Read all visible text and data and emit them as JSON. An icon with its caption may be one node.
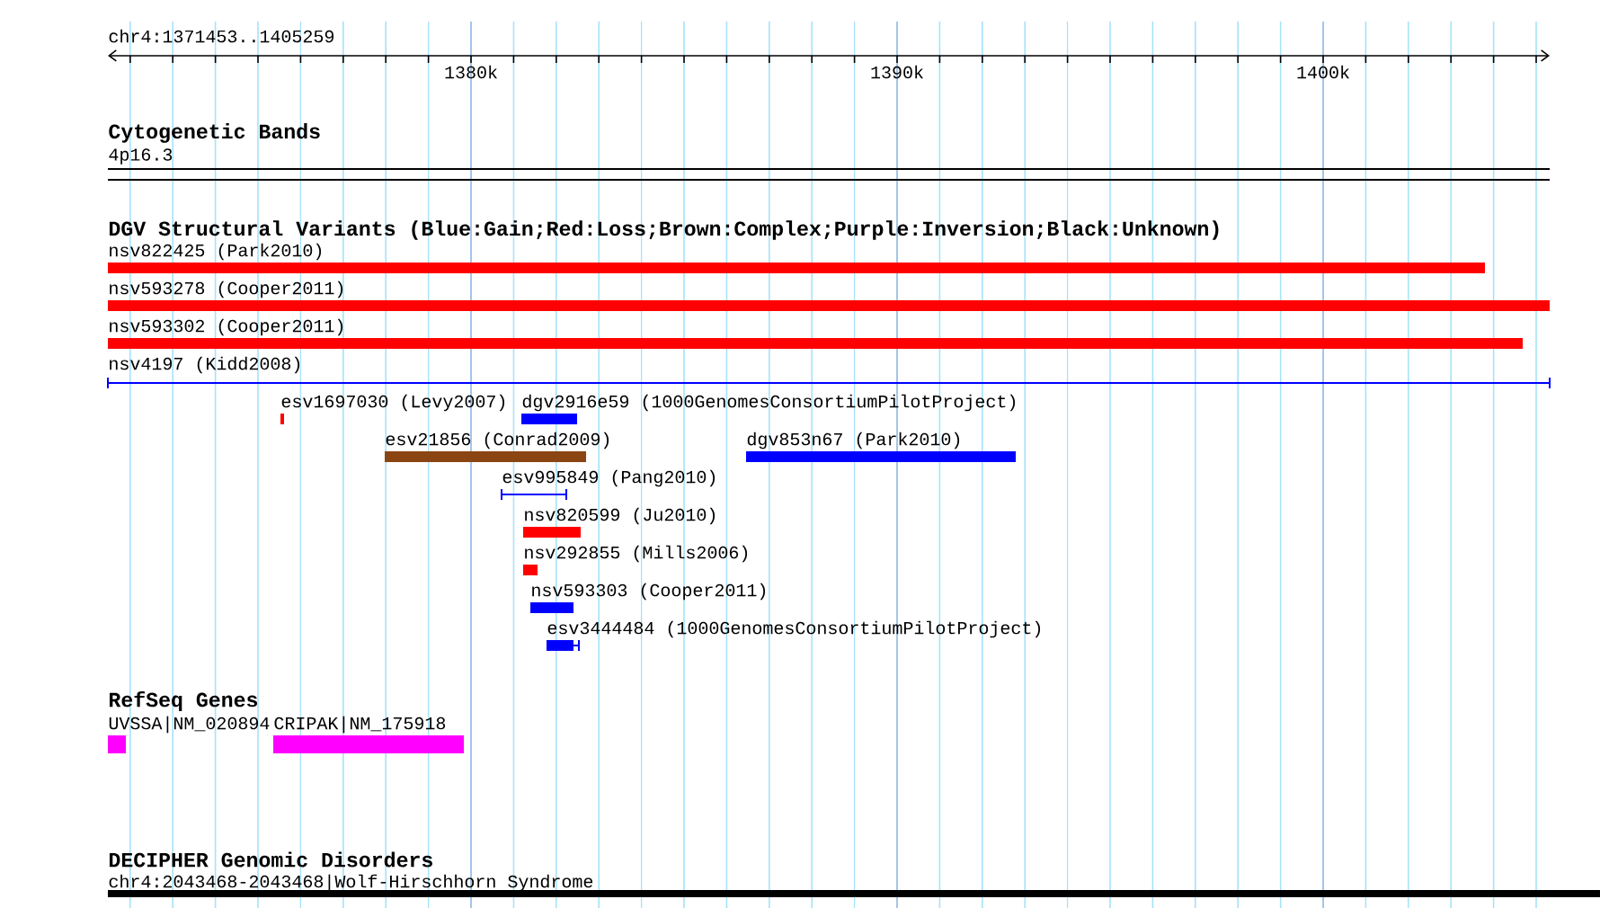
{
  "diagram": {
    "nodes": [
      {
        "text": [
          "4p16.3"
        ]
      },
      {
        "text": [
          "nsv822425 (Park2010)"
        ]
      },
      {
        "text": [
          "nsv593278 (Cooper2011)"
        ]
      },
      {
        "text": [
          "nsv593302 (Cooper2011)"
        ]
      },
      {
        "text": [
          "nsv4197 (Kidd2008)"
        ]
      },
      {
        "text": [
          "esv1697030 (Levy2007)"
        ]
      },
      {
        "text": [
          "dgv2916e59 (1000GenomesConsortiumPilotProject)"
        ]
      },
      {
        "text": [
          "esv21856 (Conrad2009)"
        ]
      },
      {
        "text": [
          "dgv853n67 (Park2010)"
        ]
      },
      {
        "text": [
          "esv995849 (Pang2010)"
        ]
      },
      {
        "text": [
          "nsv820599 (Ju2010)"
        ]
      },
      {
        "text": [
          "nsv292855 (Mills2006)"
        ]
      },
      {
        "text": [
          "nsv593303 (Cooper2011)"
        ]
      },
      {
        "text": [
          "esv3444484 (1000GenomesConsortiumPilotProject)"
        ]
      },
      {
        "text": [
          "UVSSA|NM_020894"
        ]
      },
      {
        "text": [
          "CRIPAK|NM_175918"
        ]
      },
      {
        "text": [
          "chr4:2043468-2043468|Wolf-Hirschhorn Syndrome"
        ]
      }
    ],
    "edges": [],
    "labels": [
      "chr4:1371453..1405259",
      "1380k",
      "1390k",
      "1400k",
      "Cytogenetic Bands",
      "DGV Structural Variants (Blue:Gain;Red:Loss;Brown:Complex;Purple:Inversion;Black:Unknown)",
      "RefSeq Genes",
      "DECIPHER Genomic Disorders"
    ]
  }
}
